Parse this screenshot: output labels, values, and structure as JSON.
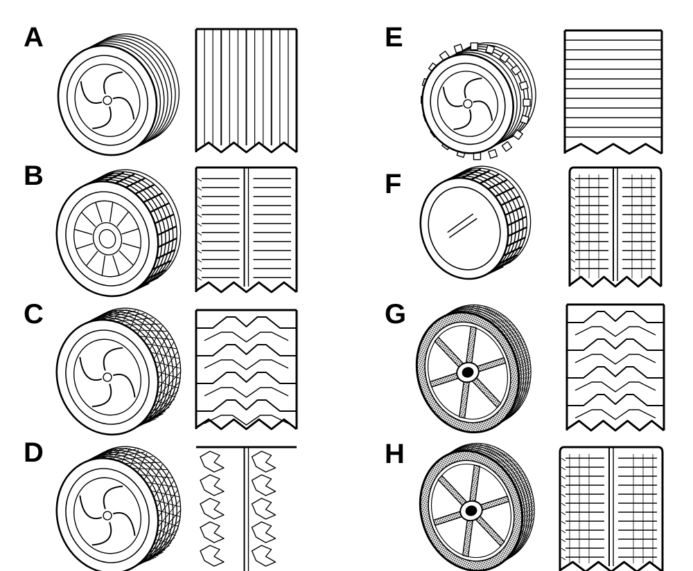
{
  "panels": [
    {
      "letter": "A",
      "tread": "vertical-ribs",
      "wheel": "plastic-spoked-hub"
    },
    {
      "letter": "B",
      "tread": "split-bars",
      "wheel": "plastic-ribbed-face"
    },
    {
      "letter": "C",
      "tread": "chevron",
      "wheel": "plastic-spoked-hub"
    },
    {
      "letter": "D",
      "tread": "knobby-split",
      "wheel": "plastic-spoked-hub"
    },
    {
      "letter": "E",
      "tread": "horizontal-bars",
      "wheel": "plastic-gear-tooth"
    },
    {
      "letter": "F",
      "tread": "split-bars-rounded",
      "wheel": "plastic-flat-cap"
    },
    {
      "letter": "G",
      "tread": "chevron",
      "wheel": "wire-six-spoke"
    },
    {
      "letter": "H",
      "tread": "split-bars-rounded",
      "wheel": "wire-six-spoke"
    }
  ]
}
